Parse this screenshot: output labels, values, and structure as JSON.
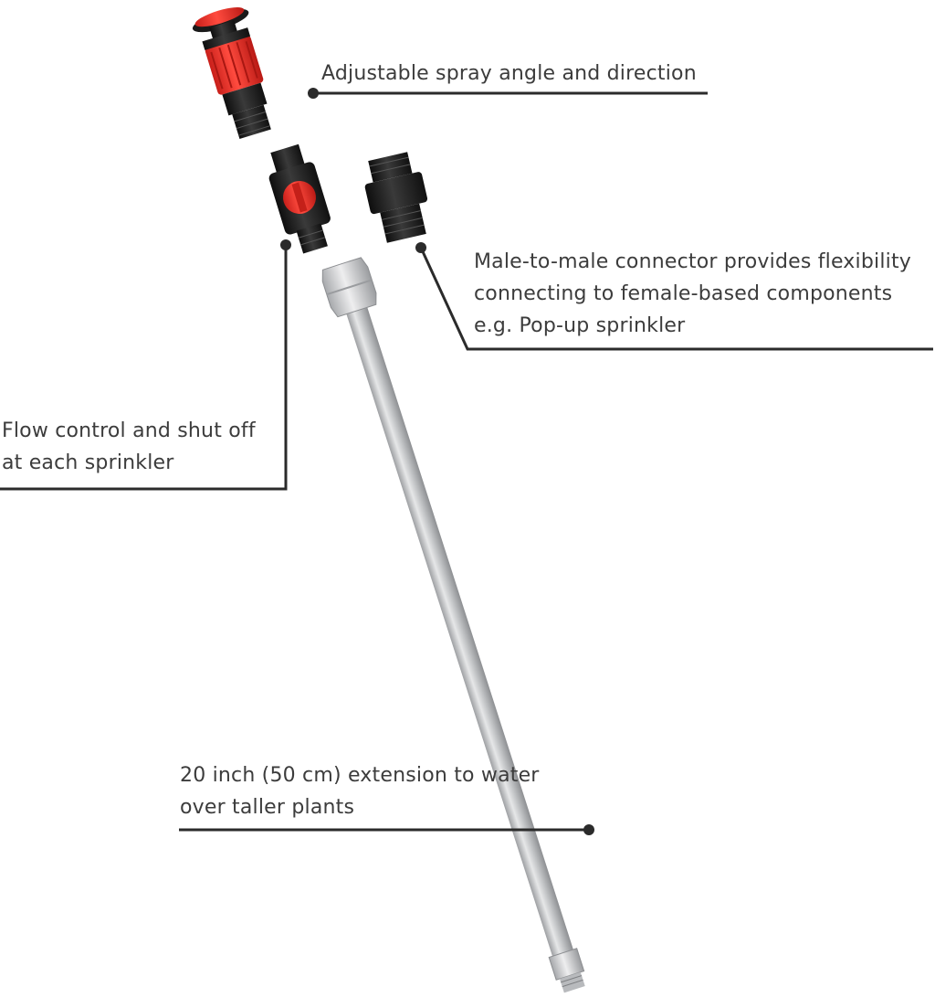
{
  "callouts": {
    "spray": {
      "lines": [
        "Adjustable spray angle and direction"
      ]
    },
    "connector": {
      "lines": [
        "Male-to-male connector provides flexibility",
        "connecting to female-based components",
        "e.g. Pop-up sprinkler"
      ]
    },
    "flow": {
      "lines": [
        "Flow control and shut off",
        "at each sprinkler"
      ]
    },
    "extension": {
      "lines": [
        "20 inch (50 cm) extension to water",
        "over taller plants"
      ]
    }
  },
  "colors": {
    "accent_red": "#e8362f",
    "plastic_black": "#1e1e1e",
    "aluminum": "#c9cacc",
    "leader_line": "#2b2b2b"
  },
  "icons": [
    "sprinkler-head-icon",
    "flow-valve-icon",
    "male-connector-icon",
    "extension-tube-icon"
  ]
}
